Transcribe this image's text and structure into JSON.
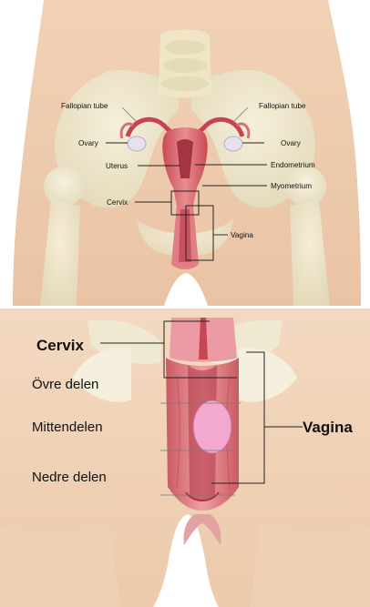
{
  "top_diagram": {
    "labels": {
      "fallopian_tube_left": "Fallopian tube",
      "fallopian_tube_right": "Fallopian tube",
      "ovary_left": "Ovary",
      "ovary_right": "Ovary",
      "uterus": "Uterus",
      "endometrium": "Endometrium",
      "myometrium": "Myometrium",
      "cervix": "Cervix",
      "vagina": "Vagina"
    }
  },
  "bottom_diagram": {
    "labels": {
      "cervix": "Cervix",
      "ovre_delen": "Övre delen",
      "mittendelen": "Mittendelen",
      "nedre_delen": "Nedre delen",
      "vagina": "Vagina"
    },
    "colors": {
      "highlight_ellipse": "#f3a8cf"
    }
  }
}
